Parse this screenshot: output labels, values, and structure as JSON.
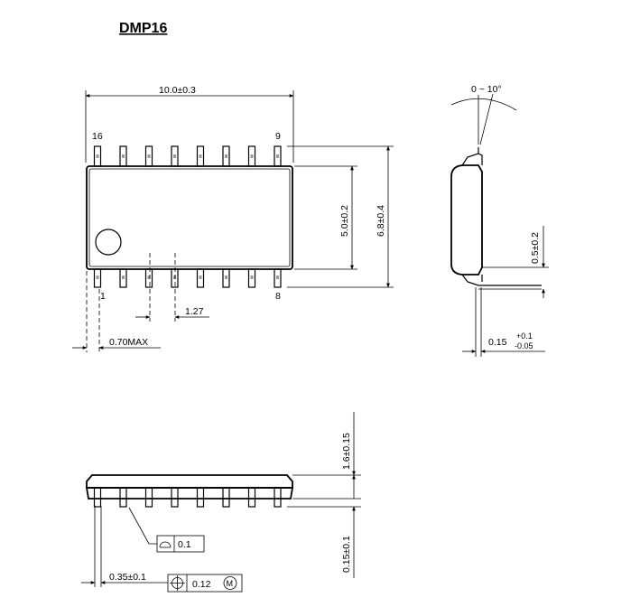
{
  "title": "DMP16",
  "top_view": {
    "pin_labels": {
      "top_left": "16",
      "top_right": "9",
      "bottom_left": "1",
      "bottom_right": "8"
    },
    "dim_body_length": "10.0±0.3",
    "dim_body_width": "5.0±0.2",
    "dim_overall_width": "6.8±0.4",
    "dim_pitch": "1.27",
    "dim_overhang": "0.70MAX"
  },
  "side_view": {
    "dim_angle": "0 ~ 10°",
    "dim_lead_length": "0.5±0.2",
    "dim_lead_thickness": "0.15",
    "dim_lead_thickness_plus": "+0.1",
    "dim_lead_thickness_minus": "-0.05"
  },
  "front_view": {
    "dim_height": "1.6±0.15",
    "dim_standoff": "0.15±0.1",
    "dim_lead_width": "0.35±0.1",
    "flatness_value": "0.1",
    "position_value": "0.12",
    "modifier": "M"
  }
}
